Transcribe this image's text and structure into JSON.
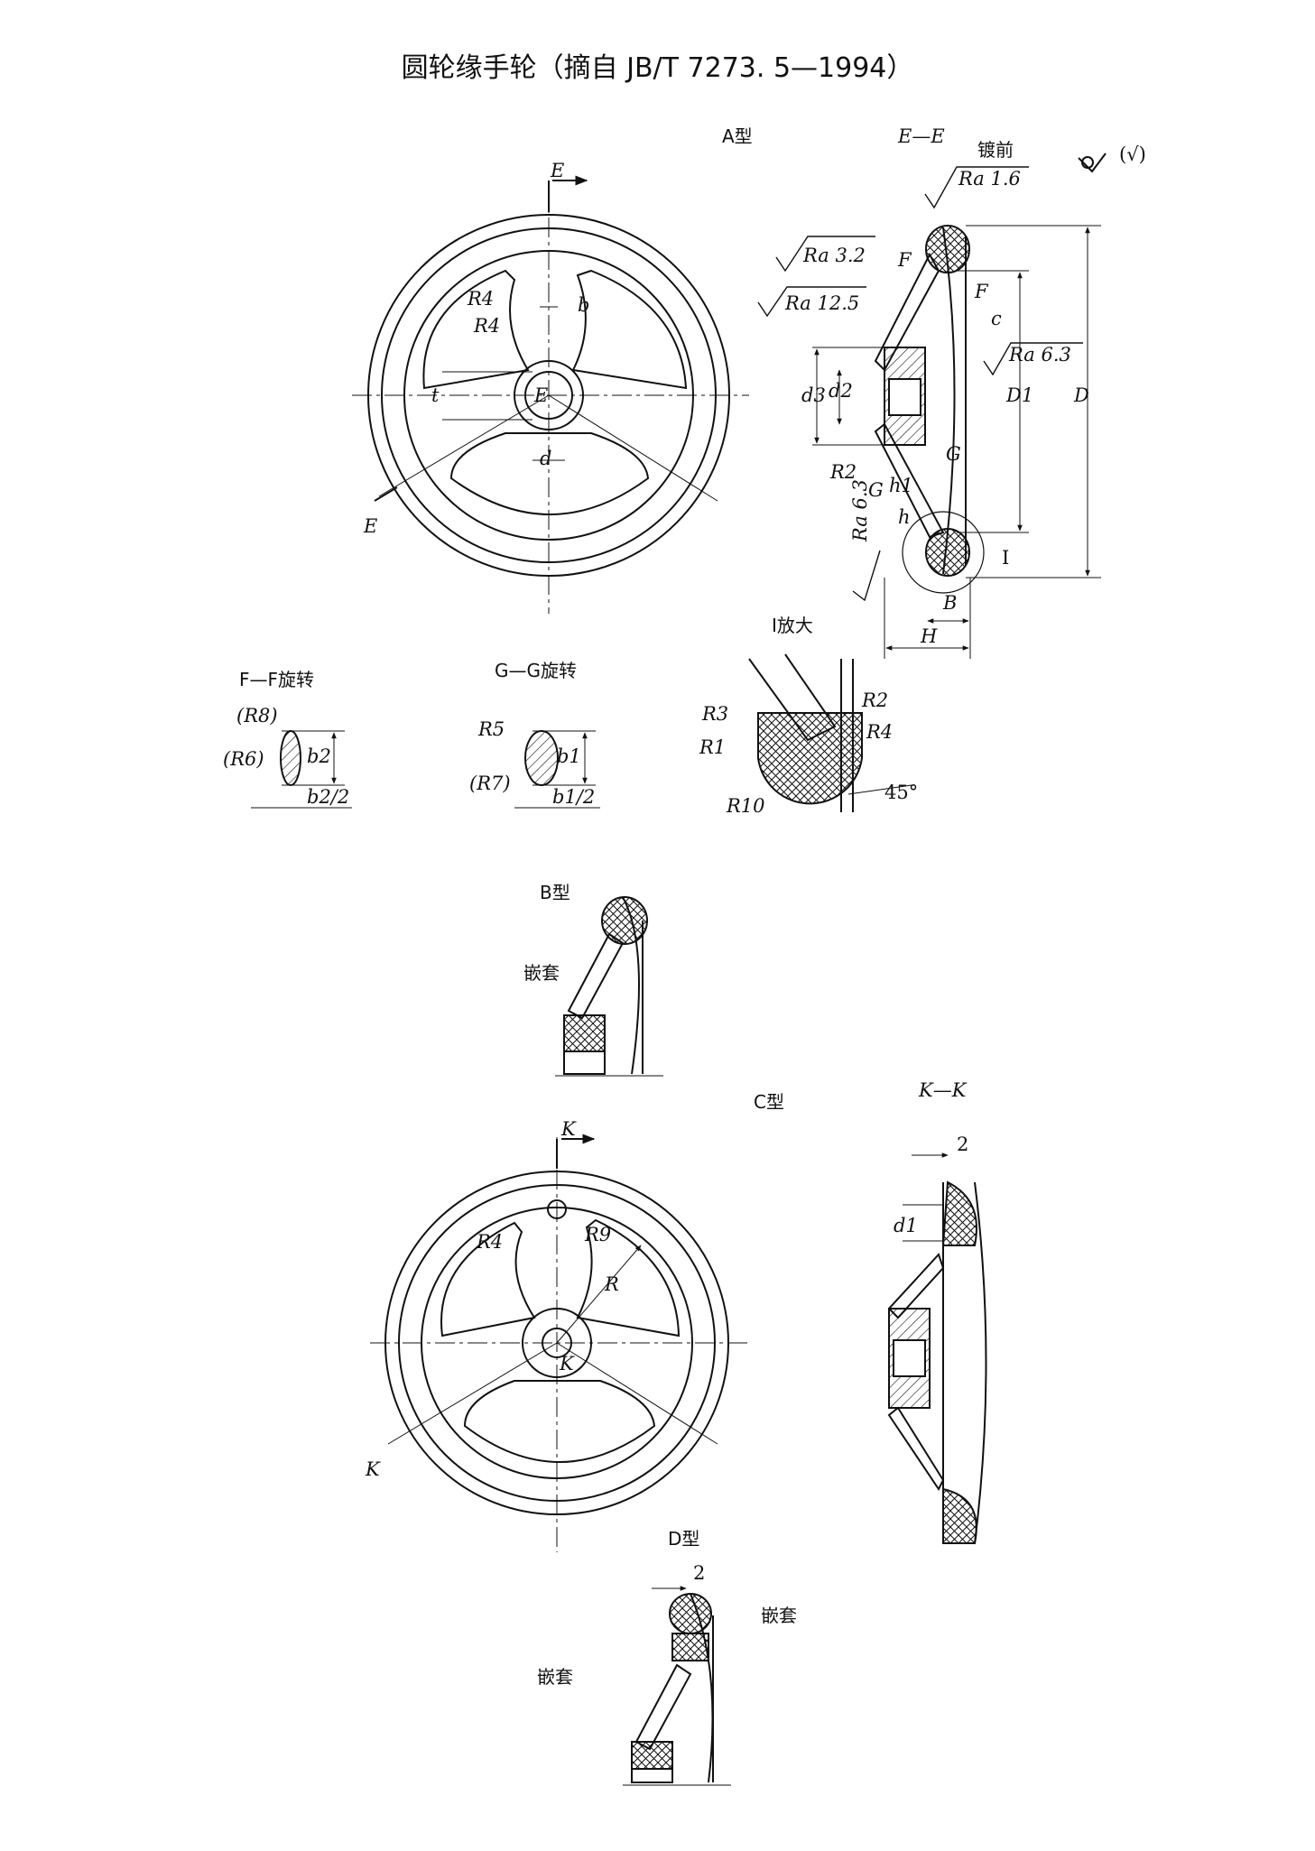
{
  "title": "圆轮缘手轮（摘自 JB/T 7273. 5—1994）",
  "views": {
    "a_type": "A型",
    "b_type": "B型",
    "c_type": "C型",
    "d_type": "D型",
    "section_ee": "E—E",
    "section_ff": "F—F旋转",
    "section_gg": "G—G旋转",
    "section_kk": "K—K",
    "enlarged_i": "I放大"
  },
  "notes": {
    "plating": "镀前",
    "insert": "嵌套",
    "roughness_symbol": "(√)"
  },
  "roughness": {
    "r1": "Ra 1.6",
    "r2": "Ra 3.2",
    "r3": "Ra 12.5",
    "r4": "Ra 6.3",
    "r5": "Ra 6.3"
  },
  "labels": {
    "E": "E",
    "F": "F",
    "G": "G",
    "K": "K",
    "I": "I",
    "R": "R",
    "R1": "R1",
    "R2": "R2",
    "R3": "R3",
    "R4": "R4",
    "R5": "R5",
    "R6": "(R6)",
    "R7": "(R7)",
    "R8": "(R8)",
    "R9": "R9",
    "R10": "R10",
    "b": "b",
    "b1": "b1",
    "b2": "b2",
    "b1_half": "b1/2",
    "b2_half": "b2/2",
    "c": "c",
    "d": "d",
    "d1": "d1",
    "d2": "d2",
    "d3": "d3",
    "D": "D",
    "D1": "D1",
    "B": "B",
    "H": "H",
    "h": "h",
    "h1": "h1",
    "t": "t",
    "deg45": "45°",
    "two": "2"
  }
}
